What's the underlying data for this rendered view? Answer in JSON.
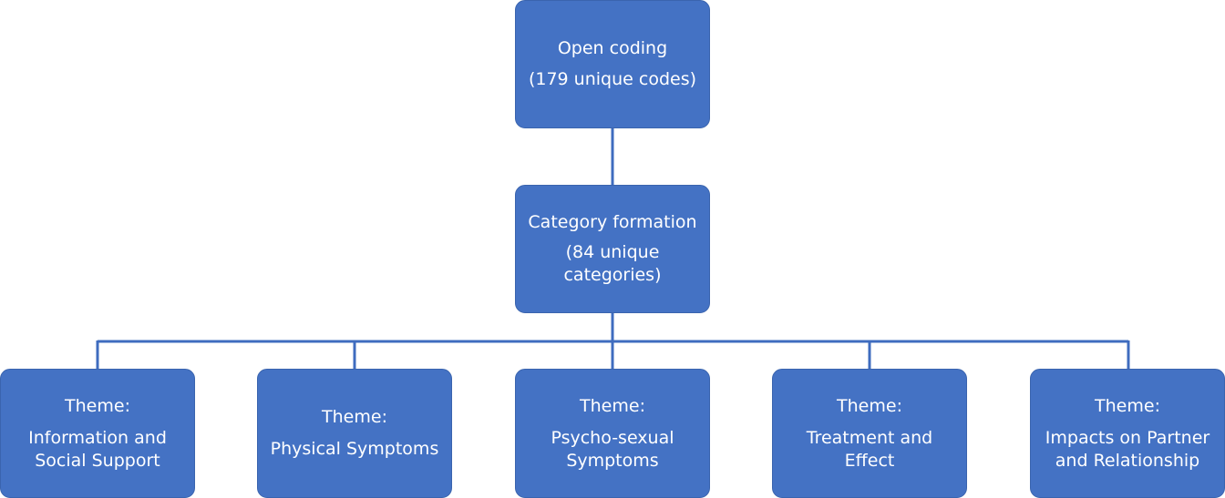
{
  "diagram": {
    "colors": {
      "box_fill": "#4472C4",
      "box_border": "#3A64AE",
      "connector": "#4472C4",
      "text": "#FFFFFF"
    },
    "root": {
      "line1": "Open coding",
      "line2": "(179 unique codes)"
    },
    "middle": {
      "line1": "Category formation",
      "line2": "(84 unique\ncategories)"
    },
    "themes": [
      {
        "prefix": "Theme:",
        "label": "Information and\nSocial Support"
      },
      {
        "prefix": "Theme:",
        "label": "Physical Symptoms"
      },
      {
        "prefix": "Theme:",
        "label": "Psycho-sexual\nSymptoms"
      },
      {
        "prefix": "Theme:",
        "label": "Treatment and\nEffect"
      },
      {
        "prefix": "Theme:",
        "label": "Impacts on Partner\nand Relationship"
      }
    ]
  }
}
